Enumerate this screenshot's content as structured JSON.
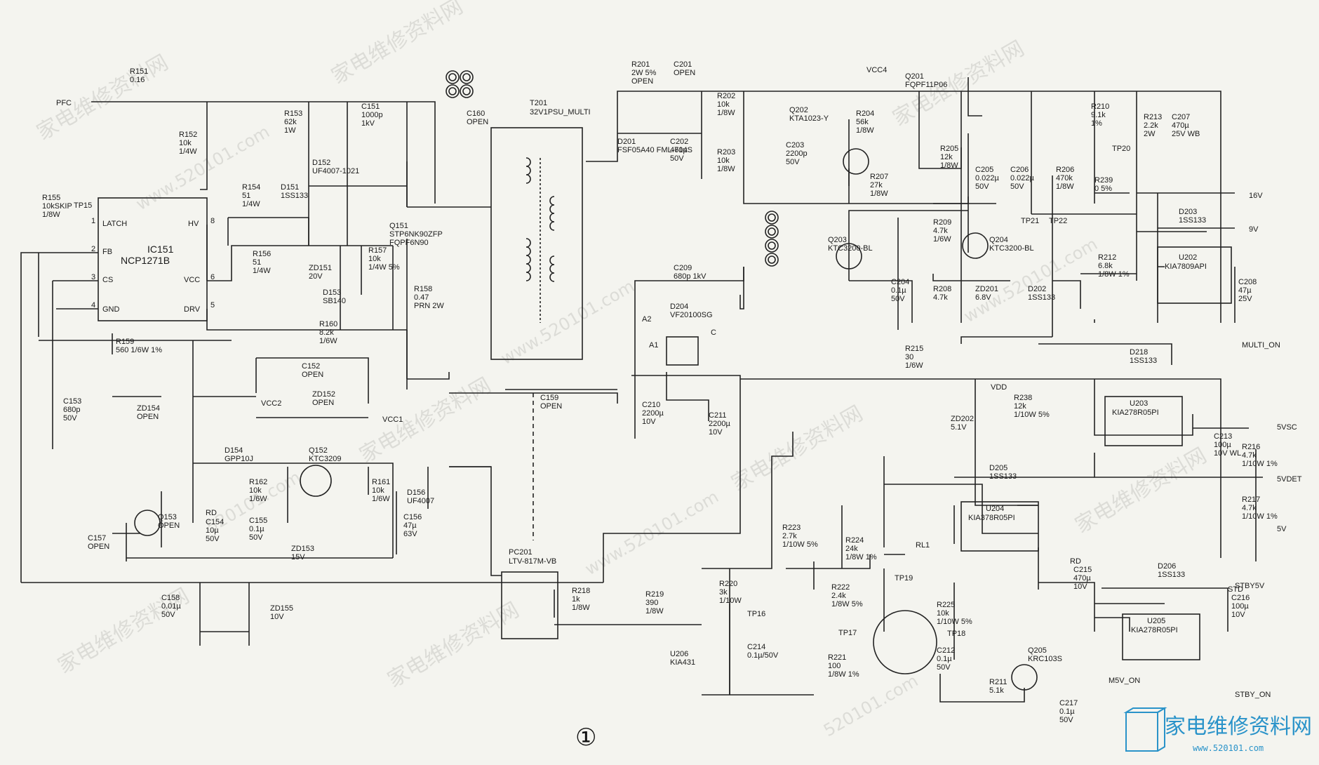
{
  "ics": {
    "ic151_ref": "IC151",
    "ic151_part": "NCP1271B",
    "ic151_pins": [
      "LATCH",
      "FB",
      "CS",
      "GND",
      "HV",
      "VCC",
      "DRV"
    ],
    "ic151_pin_nums": [
      "1",
      "2",
      "3",
      "4",
      "8",
      "6",
      "5"
    ],
    "u202_ref": "U202",
    "u202_part": "KIA7809API",
    "u203_ref": "U203",
    "u203_part": "KIA278R05PI",
    "u204_ref": "U204",
    "u204_part": "KIA378R05PI",
    "u205_ref": "U205",
    "u205_part": "KIA278R05PI",
    "pc201_ref": "PC201",
    "pc201_part": "LTV-817M-VB",
    "t201_ref": "T201",
    "t201_part": "32V1PSU_MULTI"
  },
  "components": [
    {
      "ref": "R151",
      "val": "0.16"
    },
    {
      "ref": "R152",
      "val": "10k",
      "sub": "1/4W"
    },
    {
      "ref": "R153",
      "val": "62k",
      "sub": "1W"
    },
    {
      "ref": "C151",
      "val": "1000p",
      "sub": "1kV"
    },
    {
      "ref": "D152",
      "val": "UF4007-1021"
    },
    {
      "ref": "R155",
      "val": "10kSKIP",
      "sub": "1/8W"
    },
    {
      "ref": "R154",
      "val": "51",
      "sub": "1/4W"
    },
    {
      "ref": "D151",
      "val": "1SS133"
    },
    {
      "ref": "R156",
      "val": "51",
      "sub": "1/4W"
    },
    {
      "ref": "ZD151",
      "val": "20V"
    },
    {
      "ref": "R157",
      "val": "10k",
      "sub": "1/4W 5%"
    },
    {
      "ref": "Q151",
      "val": "STP6NK90ZFP",
      "sub": "FQPF6N90"
    },
    {
      "ref": "D153",
      "val": "SB140"
    },
    {
      "ref": "R158",
      "val": "0.47",
      "sub": "PRN 2W"
    },
    {
      "ref": "R159",
      "val": "560 1/6W 1%"
    },
    {
      "ref": "R160",
      "val": "8.2k",
      "sub": "1/6W"
    },
    {
      "ref": "C152",
      "val": "OPEN"
    },
    {
      "ref": "ZD152",
      "val": "OPEN"
    },
    {
      "ref": "ZD154",
      "val": "OPEN"
    },
    {
      "ref": "C153",
      "val": "680p",
      "sub": "50V"
    },
    {
      "ref": "D154",
      "val": "GPP10J"
    },
    {
      "ref": "Q152",
      "val": "KTC3209"
    },
    {
      "ref": "R162",
      "val": "10k",
      "sub": "1/6W"
    },
    {
      "ref": "R161",
      "val": "10k",
      "sub": "1/6W"
    },
    {
      "ref": "D156",
      "val": "UF4007"
    },
    {
      "ref": "Q153",
      "val": "OPEN"
    },
    {
      "ref": "C154",
      "val": "10µ",
      "sub": "50V"
    },
    {
      "ref": "C155",
      "val": "0.1µ",
      "sub": "50V"
    },
    {
      "ref": "ZD153",
      "val": "15V"
    },
    {
      "ref": "C156",
      "val": "47µ",
      "sub": "63V"
    },
    {
      "ref": "C157",
      "val": "OPEN"
    },
    {
      "ref": "C158",
      "val": "0.01µ",
      "sub": "50V"
    },
    {
      "ref": "ZD155",
      "val": "10V"
    },
    {
      "ref": "C159",
      "val": "OPEN"
    },
    {
      "ref": "C160",
      "val": "OPEN"
    },
    {
      "ref": "R201",
      "val": "2W 5%",
      "sub": "OPEN"
    },
    {
      "ref": "C201",
      "val": "OPEN"
    },
    {
      "ref": "D201",
      "val": "FSF05A40 FML-614S"
    },
    {
      "ref": "C202",
      "val": "470µ",
      "sub": "50V"
    },
    {
      "ref": "R202",
      "val": "10k",
      "sub": "1/8W"
    },
    {
      "ref": "R203",
      "val": "10k",
      "sub": "1/8W"
    },
    {
      "ref": "Q202",
      "val": "KTA1023-Y"
    },
    {
      "ref": "C203",
      "val": "2200p",
      "sub": "50V"
    },
    {
      "ref": "R204",
      "val": "56k",
      "sub": "1/8W"
    },
    {
      "ref": "Q201",
      "val": "FQPF11P06"
    },
    {
      "ref": "R207",
      "val": "27k",
      "sub": "1/8W"
    },
    {
      "ref": "R205",
      "val": "12k",
      "sub": "1/8W"
    },
    {
      "ref": "C205",
      "val": "0.022µ",
      "sub": "50V"
    },
    {
      "ref": "C206",
      "val": "0.022µ",
      "sub": "50V"
    },
    {
      "ref": "R206",
      "val": "470k",
      "sub": "1/8W"
    },
    {
      "ref": "R210",
      "val": "9.1k",
      "sub": "1%"
    },
    {
      "ref": "R239",
      "val": "0 5%"
    },
    {
      "ref": "R213",
      "val": "2.2k",
      "sub": "2W"
    },
    {
      "ref": "C207",
      "val": "470µ",
      "sub": "25V WB"
    },
    {
      "ref": "D203",
      "val": "1SS133"
    },
    {
      "ref": "C208",
      "val": "47µ",
      "sub": "25V"
    },
    {
      "ref": "R209",
      "val": "4.7k",
      "sub": "1/6W"
    },
    {
      "ref": "Q203",
      "val": "KTC3200-BL"
    },
    {
      "ref": "Q204",
      "val": "KTC3200-BL"
    },
    {
      "ref": "C204",
      "val": "0.1µ",
      "sub": "50V"
    },
    {
      "ref": "R208",
      "val": "4.7k"
    },
    {
      "ref": "ZD201",
      "val": "6.8V"
    },
    {
      "ref": "D202",
      "val": "1SS133"
    },
    {
      "ref": "R212",
      "val": "6.8k",
      "sub": "1/8W 1%"
    },
    {
      "ref": "C209",
      "val": "680p 1kV"
    },
    {
      "ref": "D204",
      "val": "VF20100SG"
    },
    {
      "ref": "C210",
      "val": "2200µ",
      "sub": "10V"
    },
    {
      "ref": "C211",
      "val": "2200µ",
      "sub": "10V"
    },
    {
      "ref": "R215",
      "val": "30",
      "sub": "1/6W"
    },
    {
      "ref": "ZD202",
      "val": "5.1V"
    },
    {
      "ref": "R238",
      "val": "12k",
      "sub": "1/10W 5%"
    },
    {
      "ref": "D218",
      "val": "1SS133"
    },
    {
      "ref": "C213",
      "val": "100µ",
      "sub": "10V WL"
    },
    {
      "ref": "R216",
      "val": "4.7k",
      "sub": "1/10W 1%"
    },
    {
      "ref": "R217",
      "val": "4.7k",
      "sub": "1/10W 1%"
    },
    {
      "ref": "D205",
      "val": "1SS133"
    },
    {
      "ref": "R223",
      "val": "2.7k",
      "sub": "1/10W 5%"
    },
    {
      "ref": "R224",
      "val": "24k",
      "sub": "1/8W 1%"
    },
    {
      "ref": "R222",
      "val": "2.4k",
      "sub": "1/8W 5%"
    },
    {
      "ref": "R225",
      "val": "10k",
      "sub": "1/10W 5%"
    },
    {
      "ref": "R221",
      "val": "100",
      "sub": "1/8W 1%"
    },
    {
      "ref": "C212",
      "val": "0.1µ",
      "sub": "50V"
    },
    {
      "ref": "C215",
      "val": "470µ",
      "sub": "10V"
    },
    {
      "ref": "D206",
      "val": "1SS133"
    },
    {
      "ref": "C216",
      "val": "100µ",
      "sub": "10V"
    },
    {
      "ref": "Q205",
      "val": "KRC103S"
    },
    {
      "ref": "R211",
      "val": "5.1k"
    },
    {
      "ref": "C217",
      "val": "0.1µ",
      "sub": "50V"
    },
    {
      "ref": "R218",
      "val": "1k",
      "sub": "1/8W"
    },
    {
      "ref": "R219",
      "val": "390",
      "sub": "1/8W"
    },
    {
      "ref": "R220",
      "val": "3k",
      "sub": "1/10W"
    },
    {
      "ref": "C214",
      "val": "0.1µ/50V"
    },
    {
      "ref": "U206",
      "val": "KIA431"
    },
    {
      "ref": "RL1",
      "val": ""
    }
  ],
  "nets": {
    "pfc": "PFC",
    "vdd": "VDD",
    "v16": "16V",
    "v9": "9V",
    "multi_on": "MULTI_ON",
    "v5vsc": "5VSC",
    "v5vdet": "5VDET",
    "v5": "5V",
    "stby5v": "STBY5V",
    "stby_on": "STBY_ON",
    "m5v_on": "M5V_ON",
    "vcc2": "VCC2",
    "vcc1": "VCC1",
    "vcc4": "VCC4",
    "tp15": "TP15",
    "tp16": "TP16",
    "tp17": "TP17",
    "tp18": "TP18",
    "tp19": "TP19",
    "tp20": "TP20",
    "tp21": "TP21",
    "tp22": "TP22",
    "a1": "A1",
    "a2": "A2",
    "k": "C",
    "rd": "RD",
    "std": "STD"
  },
  "page_marker": "①",
  "watermark": {
    "cn": "家电维修资料网",
    "url": "www.520101.com",
    "sub": "520101.com"
  },
  "logo": {
    "text": "家电维修资料网",
    "sub": "www.520101.com"
  }
}
